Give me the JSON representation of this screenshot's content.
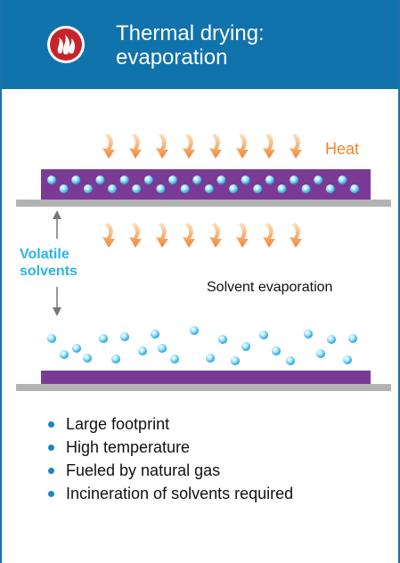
{
  "header": {
    "title_line1": "Thermal drying:",
    "title_line2": "evaporation",
    "icon": "flame-icon"
  },
  "diagram": {
    "heat_label": "Heat",
    "volatile_label_line1": "Volatile",
    "volatile_label_line2": "solvents",
    "evaporation_label": "Solvent evaporation"
  },
  "bullets": [
    "Large footprint",
    "High temperature",
    "Fueled by natural gas",
    "Incineration of solvents required"
  ],
  "colors": {
    "header_bg": "#1173ab",
    "heat": "#f0842c",
    "volatile": "#2ab5e6",
    "coating": "#7a3a96",
    "substrate": "#b3b3b3",
    "flame_badge": "#c8232c"
  }
}
